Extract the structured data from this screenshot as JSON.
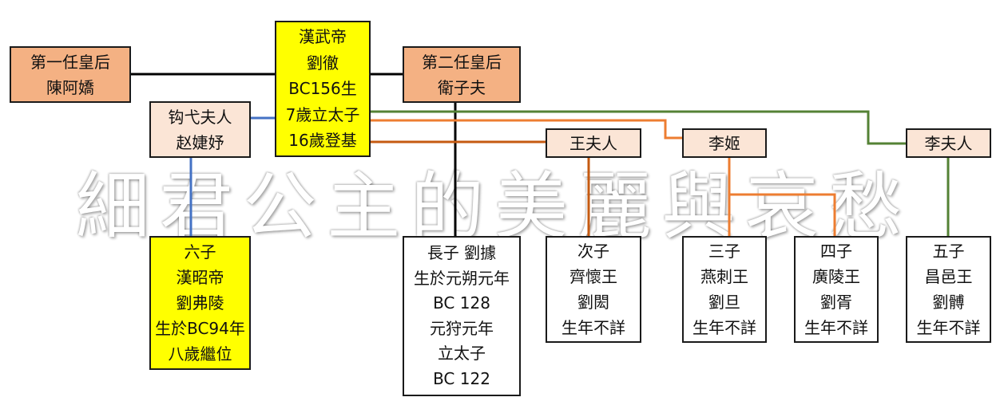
{
  "watermark": [
    "細",
    "君",
    "公",
    "主",
    "的",
    "美",
    "麗",
    "與",
    "哀",
    "愁"
  ],
  "colors": {
    "salmon": "#f4b183",
    "yellow": "#ffff00",
    "pink": "#fbe5d6",
    "line_black": "#000000",
    "line_orange": "#ed7d31",
    "line_orange_dark": "#c55a11",
    "line_green": "#548235",
    "line_blue": "#4472c4"
  },
  "nodes": {
    "empress1": [
      "第一任皇后",
      "陳阿嬌"
    ],
    "emperor": [
      "漢武帝",
      "劉徹",
      "BC156生",
      "7歲立太子",
      "16歲登基"
    ],
    "empress2": [
      "第二任皇后",
      "衛子夫"
    ],
    "gouyi": [
      "钩弋夫人",
      "赵婕妤"
    ],
    "wang": [
      "王夫人"
    ],
    "liji": [
      "李姬"
    ],
    "lifuren": [
      "李夫人"
    ],
    "son6": [
      "六子",
      "漢昭帝",
      "劉弗陵",
      "生於BC94年",
      "八歲繼位"
    ],
    "son1": [
      "長子 劉據",
      "生於元朔元年",
      "BC 128",
      "元狩元年",
      "立太子",
      "BC 122"
    ],
    "son2": [
      "次子",
      "齊懷王",
      "劉閎",
      "生年不詳"
    ],
    "son3": [
      "三子",
      "燕刺王",
      "劉旦",
      "生年不詳"
    ],
    "son4": [
      "四子",
      "廣陵王",
      "劉胥",
      "生年不詳"
    ],
    "son5": [
      "五子",
      "昌邑王",
      "劉髆",
      "生年不詳"
    ]
  }
}
